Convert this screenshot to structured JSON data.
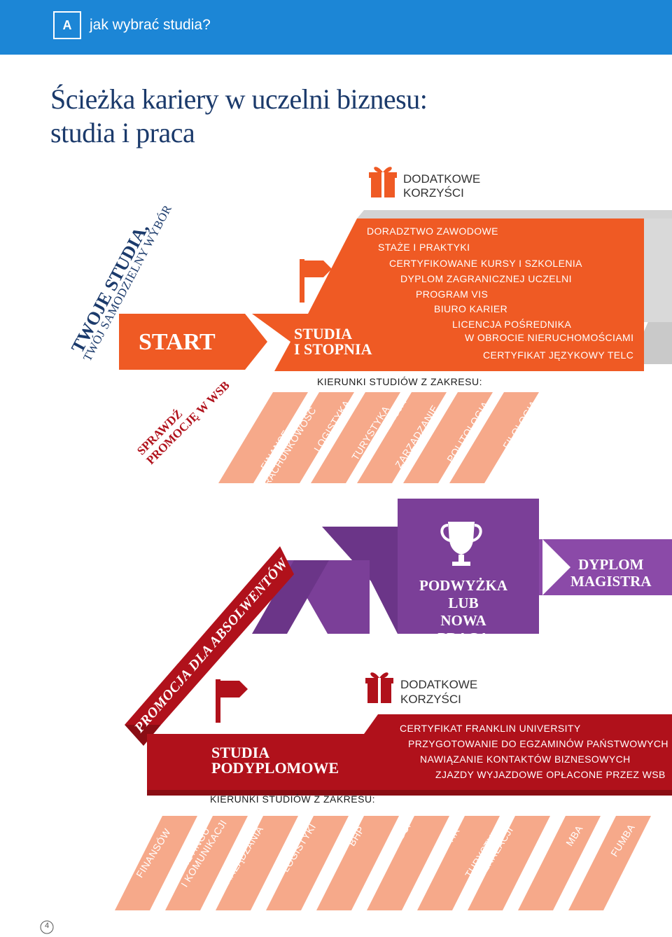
{
  "header": {
    "badge": "A",
    "title": "jak wybrać studia?"
  },
  "page_title": {
    "line1": "Ścieżka kariery w uczelni biznesu:",
    "line2": "studia i praca"
  },
  "slogan": {
    "line1": "TWOJE STUDIA,",
    "line2": "TWÓJ SAMODZIELNY WYBÓR"
  },
  "start": "START",
  "studia1": {
    "line1": "STUDIA",
    "line2": "I STOPNIA"
  },
  "benefits1": {
    "title1": "DODATKOWE",
    "title2": "KORZYŚCI",
    "items": [
      "DORADZTWO ZAWODOWE",
      "STAŻE I PRAKTYKI",
      "CERTYFIKOWANE KURSY I SZKOLENIA",
      "DYPLOM ZAGRANICZNEJ UCZELNI",
      "PROGRAM VIS",
      "BIURO KARIER",
      "LICENCJA POŚREDNIKA",
      "W OBROCIE NIERUCHOMOŚCIAMI",
      "CERTYFIKAT JĘZYKOWY TELC"
    ]
  },
  "promo1": {
    "line1": "SPRAWDŹ",
    "line2": "PROMOCJĘ W WSB"
  },
  "kierunki1": {
    "label": "KIERUNKI STUDIÓW Z ZAKRESU:",
    "items": [
      {
        "l1": "FINANSE",
        "l2": "I RACHUNKOWOŚĆ"
      },
      {
        "l1": "LOGISTYKA",
        "l2": ""
      },
      {
        "l1": "TURYSTYKA",
        "l2": "I REKREACJA"
      },
      {
        "l1": "ZARZĄDZANIE",
        "l2": ""
      },
      {
        "l1": "POLITOLOGIA",
        "l2": ""
      },
      {
        "l1": "FILOLOGIA",
        "l2": ""
      }
    ]
  },
  "dyplom": {
    "line1": "DYPLOM",
    "line2": "MAGISTRA"
  },
  "podwyzka": {
    "line1": "PODWYŻKA",
    "line2": "LUB",
    "line3": "NOWA PRACA"
  },
  "promo2": "PROMOCJA DLA ABSOLWENTÓW WSB",
  "studia2": {
    "line1": "STUDIA",
    "line2": "PODYPLOMOWE"
  },
  "benefits2": {
    "title1": "DODATKOWE",
    "title2": "KORZYŚCI",
    "items": [
      "CERTYFIKAT FRANKLIN UNIVERSITY",
      "PRZYGOTOWANIE DO EGZAMINÓW PAŃSTWOWYCH",
      "NAWIĄZANIE KONTAKTÓW BIZNESOWYCH",
      "ZJAZDY WYJAZDOWE OPŁACONE PRZEZ WSB"
    ]
  },
  "kierunki2": {
    "label": "KIERUNKI STUDIÓW Z ZAKRESU:",
    "items": [
      {
        "l1": "FINANSÓW",
        "l2": ""
      },
      {
        "l1": "MARKETINGU",
        "l2": "I KOMUNIKACJI"
      },
      {
        "l1": "ZARZĄDZANIA",
        "l2": ""
      },
      {
        "l1": "LOGISTYKI",
        "l2": ""
      },
      {
        "l1": "BHP",
        "l2": ""
      },
      {
        "l1": "NIERUCHOMOŚCI",
        "l2": ""
      },
      {
        "l1": "HR",
        "l2": ""
      },
      {
        "l1": "TURYSTYKI",
        "l2": "I REKREACJI"
      },
      {
        "l1": "MBA",
        "l2": ""
      },
      {
        "l1": "FUMBA",
        "l2": ""
      }
    ]
  },
  "page_number": "4",
  "colors": {
    "blue": "#1c86d6",
    "navy": "#1b3a6b",
    "orange": "#ef5a24",
    "salmon": "#f6a98a",
    "purple": "#7b3f98",
    "red": "#b0111b",
    "darkred": "#8a0d14",
    "grey": "#c9c9c9"
  }
}
